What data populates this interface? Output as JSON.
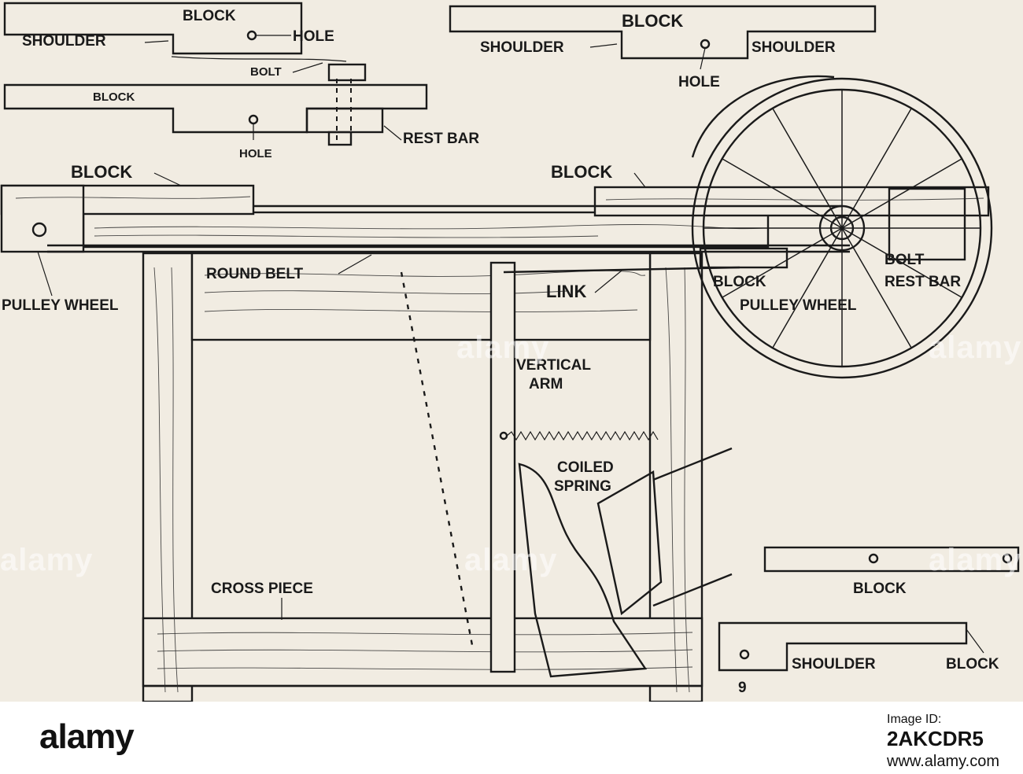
{
  "labels": {
    "block": "BLOCK",
    "shoulder": "SHOULDER",
    "hole": "HOLE",
    "bolt": "BOLT",
    "rest_bar": "REST BAR",
    "round_belt": "ROUND BELT",
    "link": "LINK",
    "pulley_wheel": "PULLEY WHEEL",
    "vertical": "VERTICAL",
    "arm": "ARM",
    "coiled": "COILED",
    "spring": "SPRING",
    "cross_piece": "CROSS PIECE",
    "nine": "9"
  },
  "watermark": "alamy",
  "footer": {
    "logo": "alamy",
    "id_label": "Image ID:",
    "id": "2AKCDR5",
    "url": "www.alamy.com"
  },
  "colors": {
    "paper": "#f1ece2",
    "ink": "#1a1a1a",
    "footer_bg": "#ffffff"
  }
}
